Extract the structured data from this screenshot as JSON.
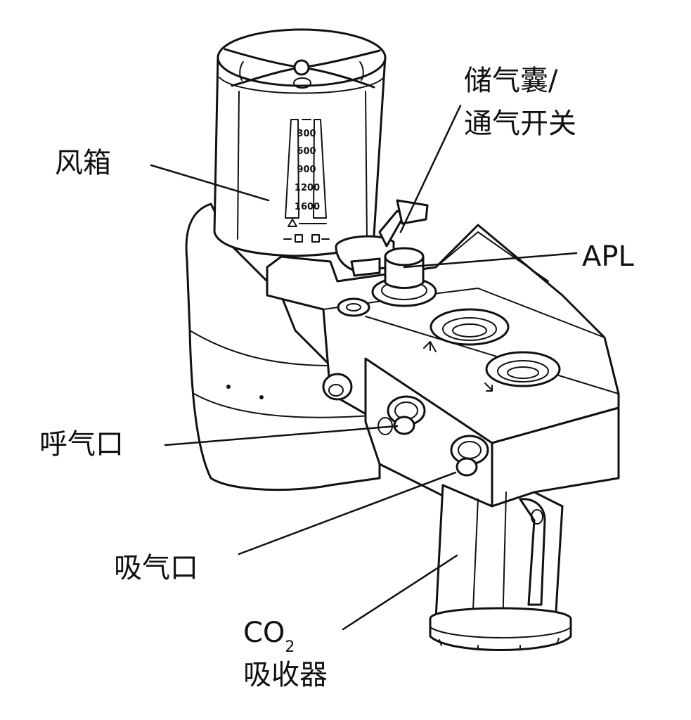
{
  "labels": {
    "bellows": "风箱",
    "bag_vent_line1": "储气囊/",
    "bag_vent_line2": "通气开关",
    "apl": "APL",
    "expiratory_port": "呼气口",
    "inspiratory_port": "吸气口",
    "co2_main": "CO",
    "co2_sub": "2",
    "absorber": "吸收器"
  },
  "bellows_scale": [
    "300",
    "600",
    "900",
    "1200",
    "1600"
  ]
}
